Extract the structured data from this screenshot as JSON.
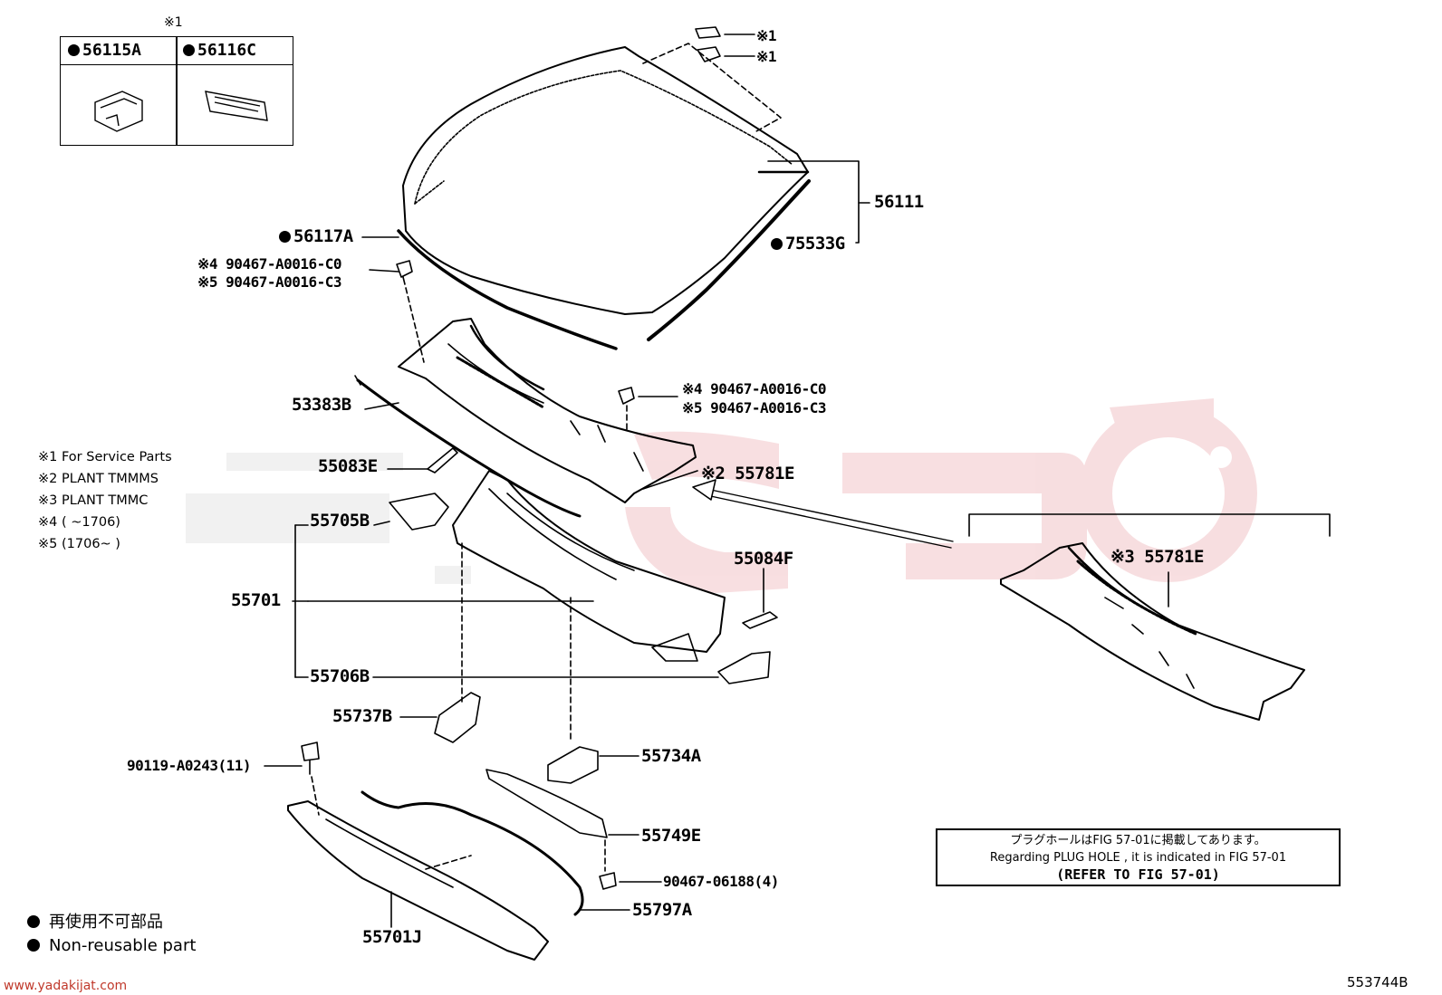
{
  "inset": {
    "note_mark": "※1",
    "col1": "56115A",
    "col2": "56116C"
  },
  "callouts": {
    "clip_a_mark": "※1",
    "clip_b_mark": "※1",
    "p56111": "56111",
    "p56117a": "56117A",
    "p75533g": "75533G",
    "p90467_c0_top": "※4 90467-A0016-C0",
    "p90467_c3_top": "※5 90467-A0016-C3",
    "p90467_c0_right": "※4 90467-A0016-C0",
    "p90467_c3_right": "※5 90467-A0016-C3",
    "p53383b": "53383B",
    "p55083e": "55083E",
    "p55781e_a": "※2 55781E",
    "p55781e_b": "※3 55781E",
    "p55705b": "55705B",
    "p55084f": "55084F",
    "p55701": "55701",
    "p55706b": "55706B",
    "p55737b": "55737B",
    "p55734a": "55734A",
    "p90119": "90119-A0243(11)",
    "p55749e": "55749E",
    "p90467_06188": "90467-06188(4)",
    "p55797a": "55797A",
    "p55701j": "55701J"
  },
  "notes": [
    "※1 For Service Parts",
    "※2 PLANT TMMMS",
    "※3 PLANT TMMC",
    "※4 (        ~1706)",
    "※5 (1706~        )"
  ],
  "reference": {
    "line_jp": "プラグホールはFIG 57-01に掲載してあります。",
    "line_en": "Regarding  PLUG  HOLE , it is indicated in FIG  57-01",
    "line_ref": "(REFER TO FIG 57-01)"
  },
  "legend": {
    "jp": "再使用不可部品",
    "en": "Non-reusable part"
  },
  "footer": {
    "url": "www.yadakijat.com",
    "figure_code": "553744B"
  },
  "colors": {
    "ink": "#000000",
    "watermark": "#e8b4b8",
    "watermark_grey": "#e6e6e6",
    "highlight": "#c0392b"
  }
}
